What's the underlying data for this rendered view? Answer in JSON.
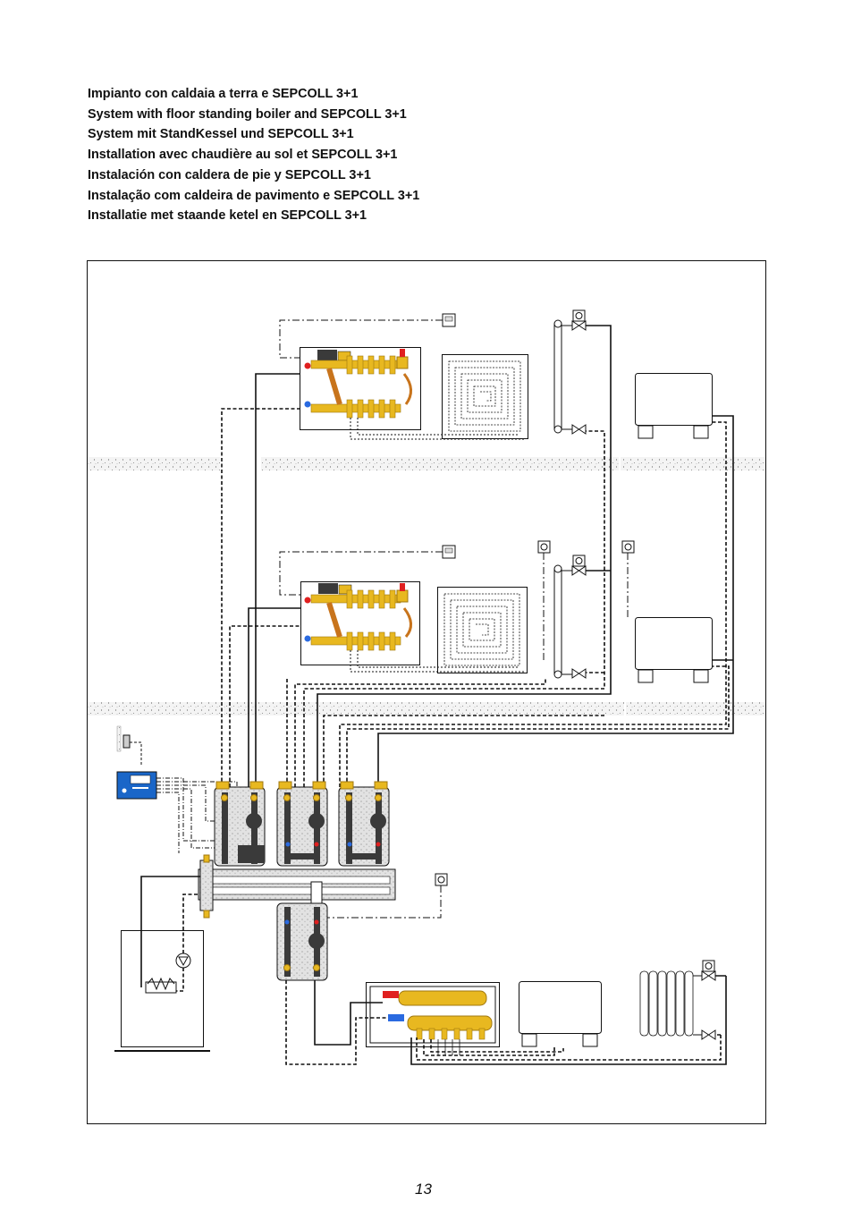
{
  "titles": [
    "Impianto con caldaia a terra e SEPCOLL 3+1",
    "System with floor standing boiler and SEPCOLL 3+1",
    "System mit StandKessel und SEPCOLL 3+1",
    "Installation avec chaudière au sol et SEPCOLL 3+1",
    "Instalación con caldera de pie y SEPCOLL 3+1",
    "Instalação com caldeira de pavimento e SEPCOLL 3+1",
    "Installatie met staande ketel en SEPCOLL 3+1"
  ],
  "page_number": "13",
  "colors": {
    "line": "#111111",
    "brass": "#e8b820",
    "brass_dark": "#a07810",
    "pump": "#3a3a3a",
    "controller": "#1a66c8",
    "hot": "#e02020",
    "cold": "#2a6ae0",
    "insulation": "#d8d8d8",
    "copper": "#c8741c"
  },
  "icons": [
    "room-thermostat-icon",
    "wall-temperature-sensor-icon",
    "outdoor-sensor-icon",
    "regulator-controller-icon",
    "circulation-pump-icon",
    "mixing-valve-icon",
    "thermostatic-head-icon",
    "radiator-icon",
    "fan-coil-icon",
    "underfloor-coil-icon",
    "floor-boiler-icon",
    "heat-exchanger-icon"
  ]
}
